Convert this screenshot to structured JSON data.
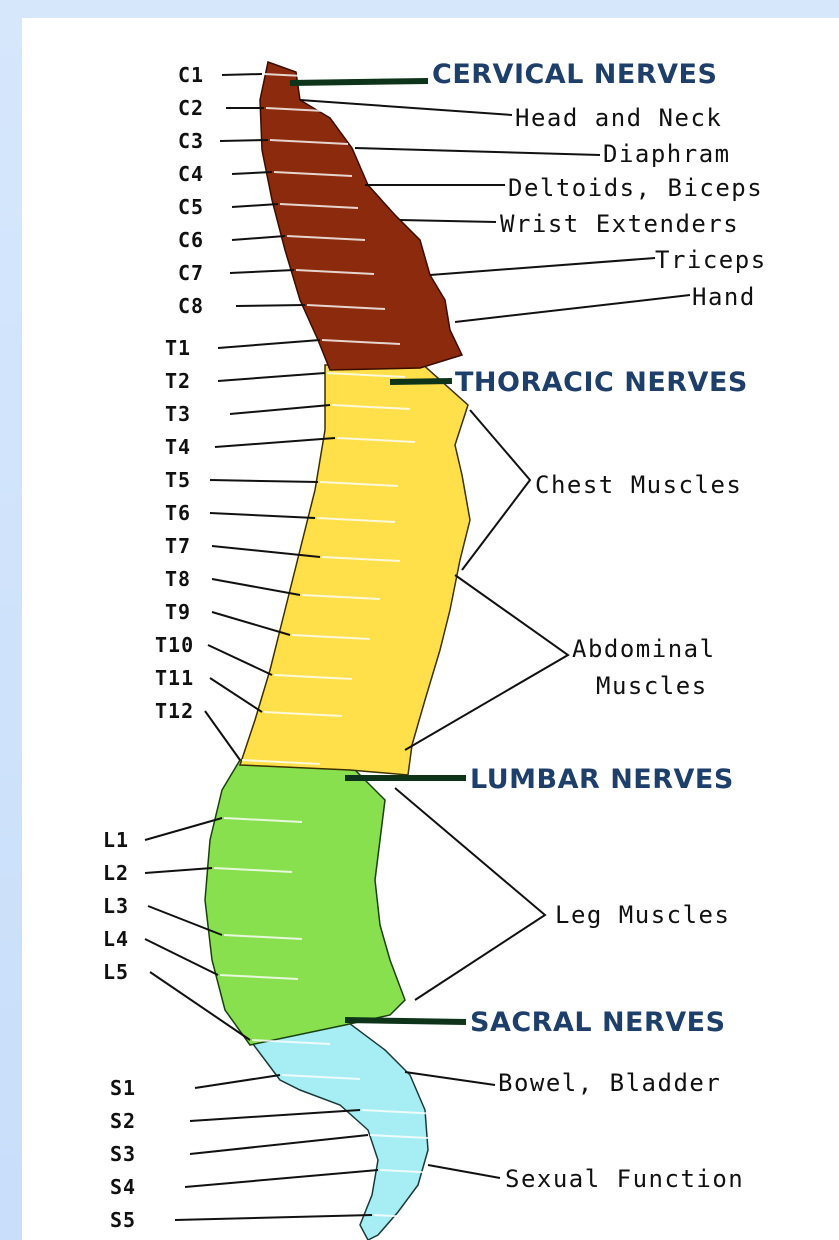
{
  "levels": {
    "cervical": [
      "C1",
      "C2",
      "C3",
      "C4",
      "C5",
      "C6",
      "C7",
      "C8"
    ],
    "thoracic": [
      "T1",
      "T2",
      "T3",
      "T4",
      "T5",
      "T6",
      "T7",
      "T8",
      "T9",
      "T10",
      "T11",
      "T12"
    ],
    "lumbar": [
      "L1",
      "L2",
      "L3",
      "L4",
      "L5"
    ],
    "sacral": [
      "S1",
      "S2",
      "S3",
      "S4",
      "S5"
    ]
  },
  "headers": {
    "cervical": "CERVICAL NERVES",
    "thoracic": "THORACIC NERVES",
    "lumbar": "LUMBAR NERVES",
    "sacral": "SACRAL NERVES"
  },
  "functions": {
    "head_neck": "Head and Neck",
    "diaphram": "Diaphram",
    "deltoids": "Deltoids, Biceps",
    "wrist": "Wrist Extenders",
    "triceps": "Triceps",
    "hand": "Hand",
    "chest": "Chest Muscles",
    "abdominal_1": "Abdominal",
    "abdominal_2": "Muscles",
    "leg": "Leg Muscles",
    "bowel": "Bowel,  Bladder",
    "sexual": "Sexual Function"
  },
  "colors": {
    "cervical": "#8b2a0c",
    "thoracic": "#ffe04a",
    "lumbar": "#88e04f",
    "sacral": "#a6eef3",
    "header_text": "#1f3f6b"
  }
}
